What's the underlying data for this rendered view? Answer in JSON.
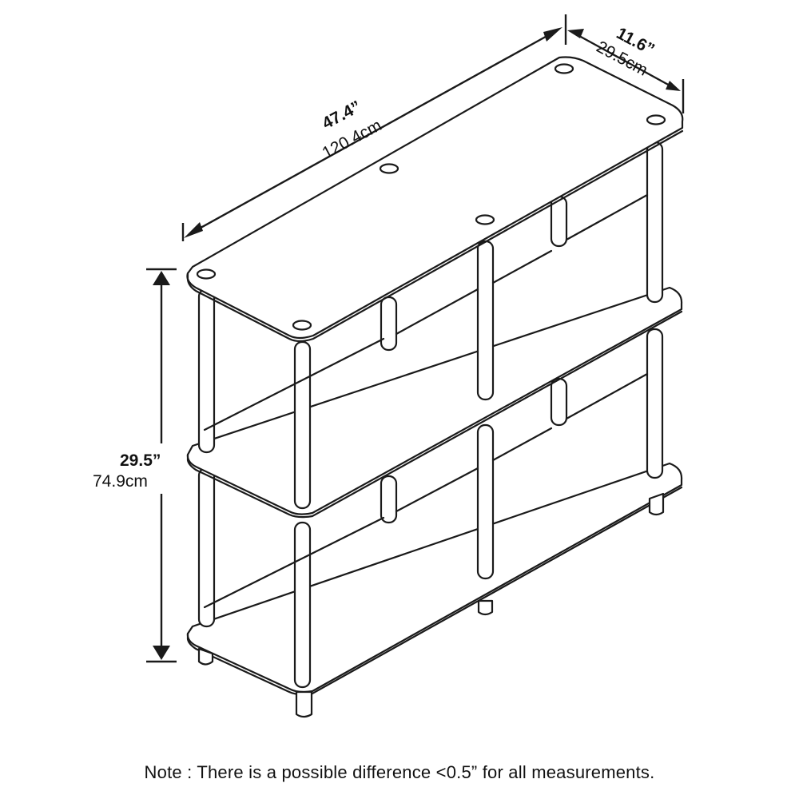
{
  "dimensions": {
    "width": {
      "inches": "47.4”",
      "cm": "120.4cm"
    },
    "depth": {
      "inches": "11.6”",
      "cm": "29.5cm"
    },
    "height": {
      "inches": "29.5”",
      "cm": "74.9cm"
    }
  },
  "note": "Note : There is a possible difference <0.5” for all measurements.",
  "colors": {
    "line": "#1a1a1a",
    "background": "#ffffff"
  }
}
